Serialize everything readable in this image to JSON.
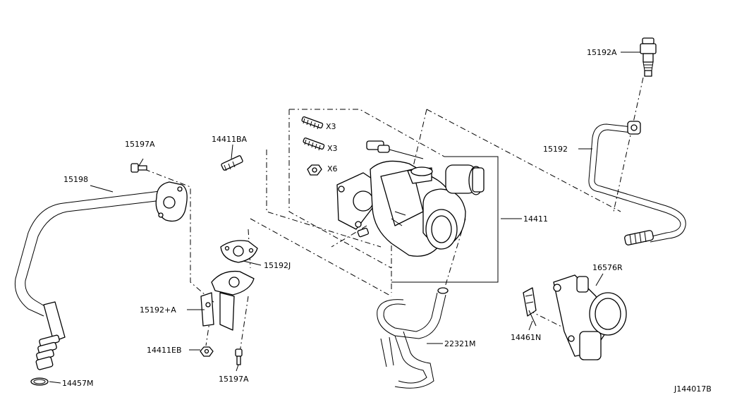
{
  "labels": {
    "p15192A_top": "15192A",
    "p15192": "15192",
    "p15197A_top": "15197A",
    "p14411BA": "14411BA",
    "p15198": "15198",
    "p14411": "14411",
    "p15192J": "15192J",
    "p15192plusA": "15192+A",
    "p14411EB": "14411EB",
    "p15197A_bottom": "15197A",
    "p14457M": "14457M",
    "p22321M": "22321M",
    "p16576R": "16576R",
    "p14461N": "14461N",
    "diagram_id": "J144017B"
  },
  "quantities": {
    "stud": "X3",
    "stud2": "X3",
    "nut": "X6"
  },
  "colors": {
    "line": "#000000",
    "background": "#ffffff"
  }
}
